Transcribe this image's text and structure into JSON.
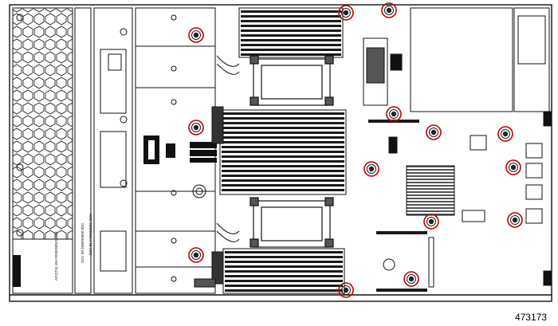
{
  "figure_number": "473173",
  "colors": {
    "line": "#111111",
    "fill_dark": "#1a1a1a",
    "fill_mid": "#6b6b6b",
    "fill_light": "#d9d9d9",
    "callout": "#c00000"
  },
  "silkscreen": [
    "ASY(T4) 10H 0D36S00C0 TIM",
    "SOP 86 P78N8200C 0MH",
    "SOC 86 4MMS0000 0DC"
  ],
  "screw_callouts": [
    {
      "name": "screw-top-center"
    },
    {
      "name": "screw-top-right-small"
    },
    {
      "name": "screw-upper-left-cpu"
    },
    {
      "name": "screw-mid-left-cpu"
    },
    {
      "name": "screw-lower-left-cpu"
    },
    {
      "name": "screw-bottom-center"
    },
    {
      "name": "screw-psu-corner"
    },
    {
      "name": "screw-upper-mid-right"
    },
    {
      "name": "screw-upper-right"
    },
    {
      "name": "screw-left-mid-right"
    },
    {
      "name": "screw-right-mid"
    },
    {
      "name": "screw-center-lower"
    },
    {
      "name": "screw-right-lower"
    },
    {
      "name": "screw-bottom-right"
    }
  ]
}
